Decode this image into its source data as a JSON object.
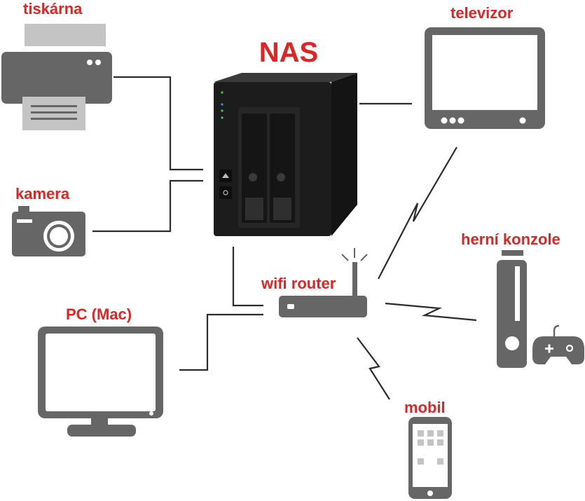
{
  "colors": {
    "label": "#e02424",
    "device": "#666666",
    "device_light": "#c4c4c4",
    "line": "#2b2b2b",
    "nas_body": "#1c1c1c"
  },
  "title": "NAS",
  "nodes": {
    "printer": {
      "label": "tiskárna",
      "icon": "printer-icon"
    },
    "camera": {
      "label": "kamera",
      "icon": "camera-icon"
    },
    "pc": {
      "label": "PC (Mac)",
      "icon": "monitor-icon"
    },
    "router": {
      "label": "wifi router",
      "icon": "router-icon"
    },
    "tv": {
      "label": "televizor",
      "icon": "tv-icon"
    },
    "console": {
      "label": "herní konzole",
      "icon": "game-console-icon"
    },
    "mobile": {
      "label": "mobil",
      "icon": "smartphone-icon"
    },
    "nas": {
      "label": "NAS",
      "icon": "nas-device-icon"
    }
  },
  "connections": [
    {
      "from": "printer",
      "to": "nas",
      "type": "wired"
    },
    {
      "from": "camera",
      "to": "nas",
      "type": "wired"
    },
    {
      "from": "nas",
      "to": "tv",
      "type": "wired"
    },
    {
      "from": "nas",
      "to": "router",
      "type": "wired"
    },
    {
      "from": "pc",
      "to": "router",
      "type": "wired"
    },
    {
      "from": "router",
      "to": "tv",
      "type": "wireless"
    },
    {
      "from": "router",
      "to": "console",
      "type": "wireless"
    },
    {
      "from": "router",
      "to": "mobile",
      "type": "wireless"
    }
  ]
}
